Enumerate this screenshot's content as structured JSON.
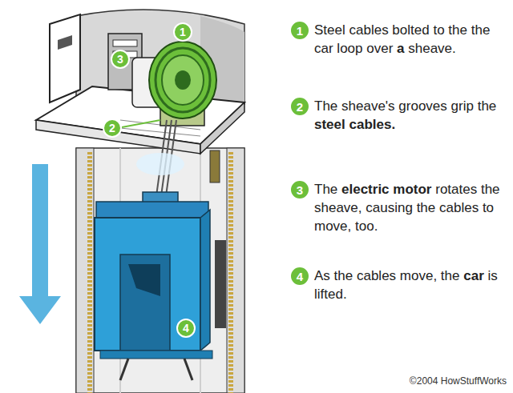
{
  "diagram": {
    "nodes": [
      {
        "text": [
          "1"
        ]
      },
      {
        "text": [
          "3"
        ]
      },
      {
        "text": [
          "2"
        ]
      },
      {
        "text": [
          "4"
        ]
      },
      {
        "text": [
          "1"
        ]
      },
      {
        "text": [
          "2"
        ]
      },
      {
        "text": [
          "3"
        ]
      },
      {
        "text": [
          "4"
        ]
      }
    ],
    "labels": [
      "Steel cables bolted to the the car loop over a sheave.",
      "The sheave's grooves grip the steel cables.",
      "The electric motor rotates the sheave, causing the cables to move, too.",
      "As the cables move, the car is lifted.",
      "©2004 HowStuffWorks"
    ]
  }
}
